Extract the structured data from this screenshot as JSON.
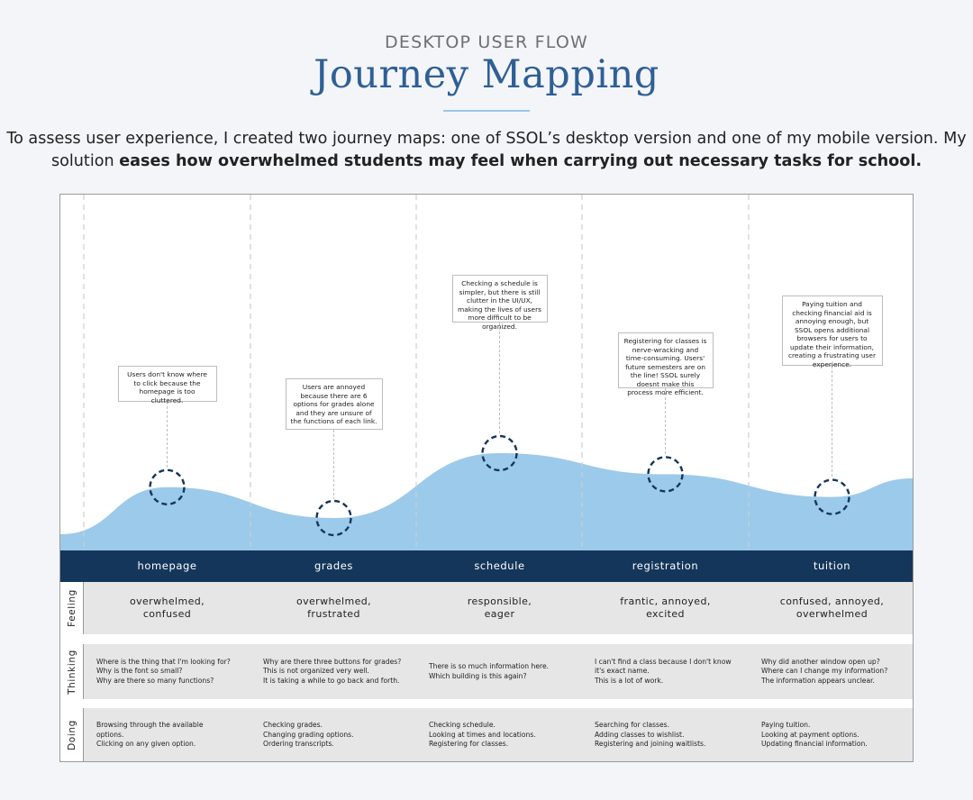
{
  "header": {
    "eyebrow": "DESKTOP USER FLOW",
    "title": "Journey Mapping",
    "intro_plain": "To assess user experience, I created two journey maps: one of SSOL’s desktop version and one of my mobile version. My solution ",
    "intro_bold": "eases how overwhelmed students may feel when carrying out necessary tasks for school."
  },
  "colors": {
    "title": "#2f5f96",
    "wave": "#9ccaea",
    "stage_bar": "#14365a",
    "marker": "#14365a",
    "row_bg": "#e6e6e6"
  },
  "row_labels": {
    "feeling": "Feeling",
    "thinking": "Thinking",
    "doing": "Doing"
  },
  "stages": [
    {
      "label": "homepage",
      "callout": "Users don't know where to click because the homepage is too cluttered.",
      "feeling": "overwhelmed,\nconfused",
      "thinking": "Where is the thing that I'm looking for?\nWhy is the font so small?\nWhy are there so many functions?",
      "doing": "Browsing through the available\n      options.\nClicking on any given option."
    },
    {
      "label": "grades",
      "callout": "Users are annoyed because there are 6 options for grades alone and they are unsure of the functions of each link.",
      "feeling": "overwhelmed,\nfrustrated",
      "thinking": "Why are there three buttons for grades?\nThis is not organized very well.\nIt is taking a while to go back and forth.",
      "doing": "Checking grades.\nChanging grading options.\nOrdering transcripts."
    },
    {
      "label": "schedule",
      "callout": "Checking a schedule is simpler, but there is still clutter in the UI/UX, making the lives of users more difficult to be organized.",
      "feeling": "responsible,\neager",
      "thinking": "There is so much information here.\nWhich building is this again?",
      "doing": "Checking schedule.\nLooking at times and locations.\nRegistering for classes."
    },
    {
      "label": "registration",
      "callout": "Registering for classes is nerve-wracking and time-consuming. Users' future semesters are on the line! SSOL surely doesnt make this process more efficient.",
      "feeling": "frantic, annoyed,\nexcited",
      "thinking": "I can't find a class because I don't know\n      it's exact name.\nThis is a lot of work.",
      "doing": "Searching for classes.\nAdding classes to wishlist.\nRegistering and joining waitlists."
    },
    {
      "label": "tuition",
      "callout": "Paying tuition and checking financial aid is annoying enough, but SSOL opens additional browsers for users to update their information, creating a frustrating user experience.",
      "feeling": "confused, annoyed,\noverwhelmed",
      "thinking": "Why did another window open up?\nWhere can I change my information?\nThe information appears unclear.",
      "doing": "Paying tuition.\nLooking at payment options.\nUpdating financial information."
    }
  ],
  "chart_data": {
    "type": "area",
    "categories": [
      "homepage",
      "grades",
      "schedule",
      "registration",
      "tuition"
    ],
    "series": [
      {
        "values": [
          0.39,
          0.2,
          0.6,
          0.47,
          0.33
        ]
      }
    ]
  }
}
